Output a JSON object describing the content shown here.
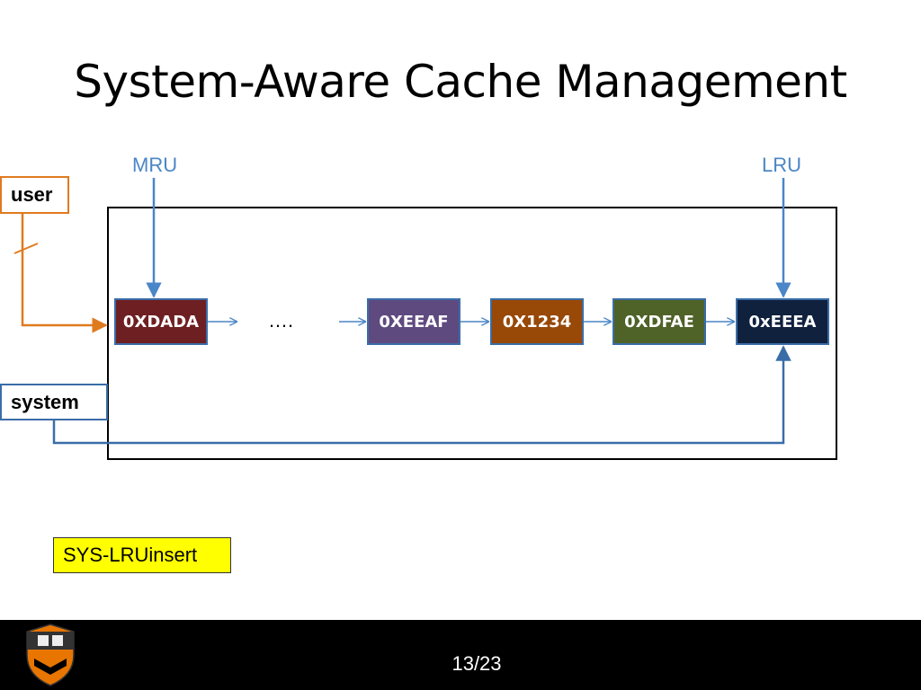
{
  "slide": {
    "title": "System-Aware Cache Management",
    "page": "13/23"
  },
  "pointers": {
    "mru": "MRU",
    "lru": "LRU"
  },
  "sources": {
    "user": "user",
    "system": "system"
  },
  "cache": {
    "entries": [
      {
        "label": "0XDADA",
        "color": "#6e1f22"
      },
      {
        "label": "0XEEAF",
        "color": "#5f4a80"
      },
      {
        "label": "0X1234",
        "color": "#984807"
      },
      {
        "label": "0XDFAE",
        "color": "#4f6228"
      },
      {
        "label": "0xEEEA",
        "color": "#10213e"
      }
    ],
    "gap": "…."
  },
  "policy_tag": "SYS-LRUinsert",
  "colors": {
    "pointer": "#4a86c8",
    "user": "#e07a1f",
    "system": "#3a6da8",
    "highlight": "#ffff00"
  }
}
